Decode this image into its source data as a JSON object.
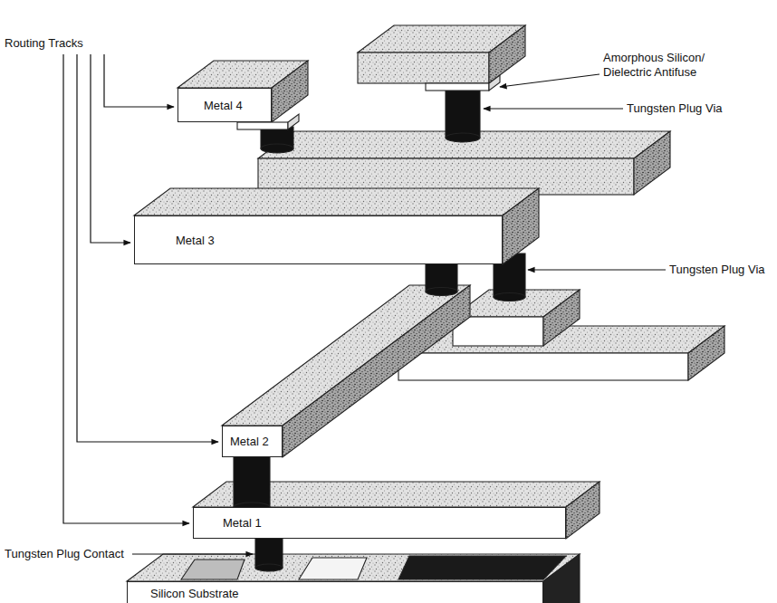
{
  "diagram": {
    "nodes": [
      {
        "text": [
          "Metal 4"
        ]
      },
      {
        "text": [
          "Metal 3"
        ]
      },
      {
        "text": [
          "Metal 2"
        ]
      },
      {
        "text": [
          "Metal 1"
        ]
      },
      {
        "text": [
          "Silicon Substrate"
        ]
      }
    ],
    "labels": [
      "Routing Tracks",
      "Amorphous Silicon/ Dielectric Antifuse",
      "Tungsten Plug Via",
      "Tungsten Plug Via",
      "Tungsten Plug Contact"
    ]
  }
}
